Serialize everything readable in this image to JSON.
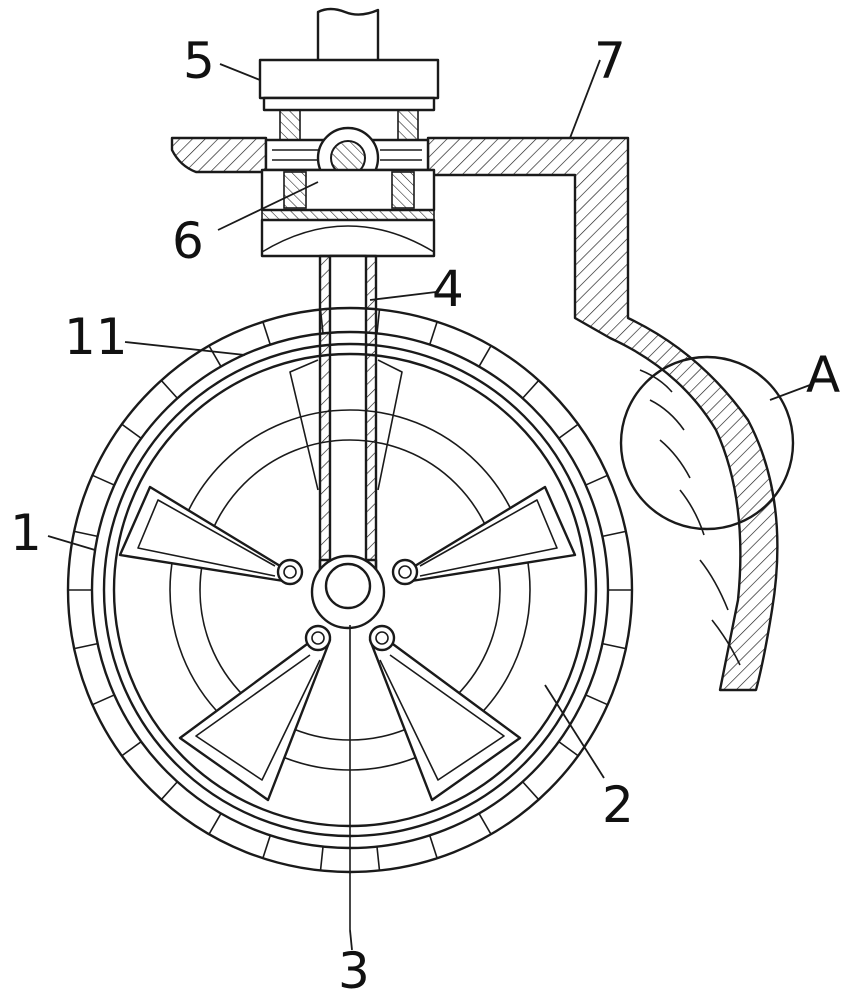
{
  "labels": {
    "l1": "1",
    "l2": "2",
    "l3": "3",
    "l4": "4",
    "l5": "5",
    "l6": "6",
    "l7": "7",
    "l11": "11",
    "lA": "A"
  },
  "colors": {
    "line": "#1a1a1a",
    "background": "#ffffff"
  }
}
